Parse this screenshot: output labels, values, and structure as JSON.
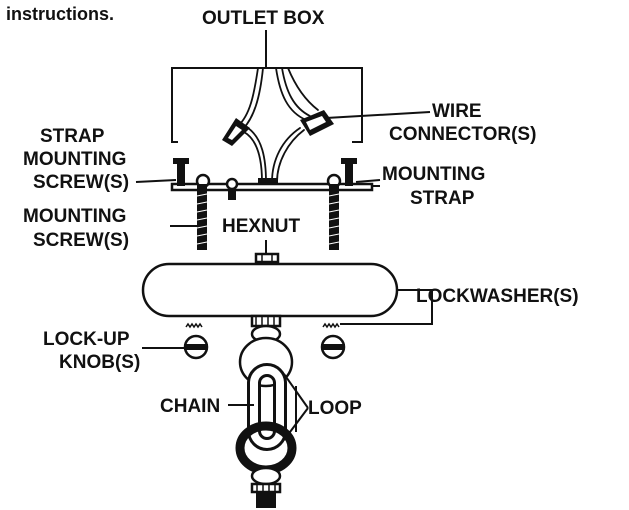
{
  "labels": {
    "instructions": "instructions.",
    "outlet_box": "OUTLET BOX",
    "wire_connector_1": "WIRE",
    "wire_connector_2": "CONNECTOR(S)",
    "strap_mounting_screw_1": "STRAP",
    "strap_mounting_screw_2": "MOUNTING",
    "strap_mounting_screw_3": "SCREW(S)",
    "mounting_strap_1": "MOUNTING",
    "mounting_strap_2": "STRAP",
    "mounting_screw_1": "MOUNTING",
    "mounting_screw_2": "SCREW(S)",
    "hexnut": "HEXNUT",
    "lockwasher": "LOCKWASHER(S)",
    "lock_up_knob_1": "LOCK-UP",
    "lock_up_knob_2": "KNOB(S)",
    "chain": "CHAIN",
    "loop": "LOOP"
  }
}
